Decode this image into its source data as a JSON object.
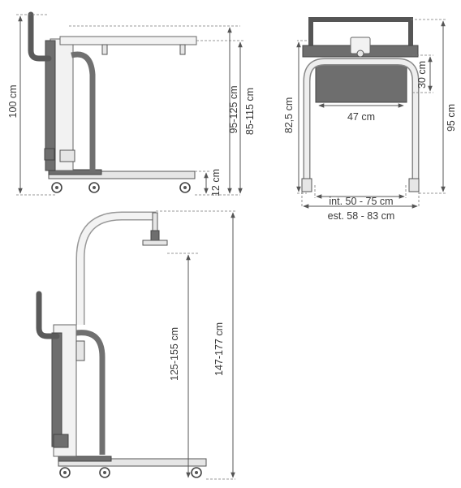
{
  "dimensions": {
    "side_folded": {
      "height_total": "100 cm",
      "arm_range_a": "95-125 cm",
      "arm_range_b": "85-115 cm",
      "base_height": "12 cm"
    },
    "front": {
      "console_height": "30 cm",
      "frame_height": "82,5 cm",
      "total_height": "95 cm",
      "mast_width": "47 cm",
      "inner_width": "int. 50 - 75 cm",
      "outer_width": "est. 58 - 83 cm"
    },
    "side_raised": {
      "lift_range": "125-155 cm",
      "max_height": "147-177 cm"
    }
  }
}
